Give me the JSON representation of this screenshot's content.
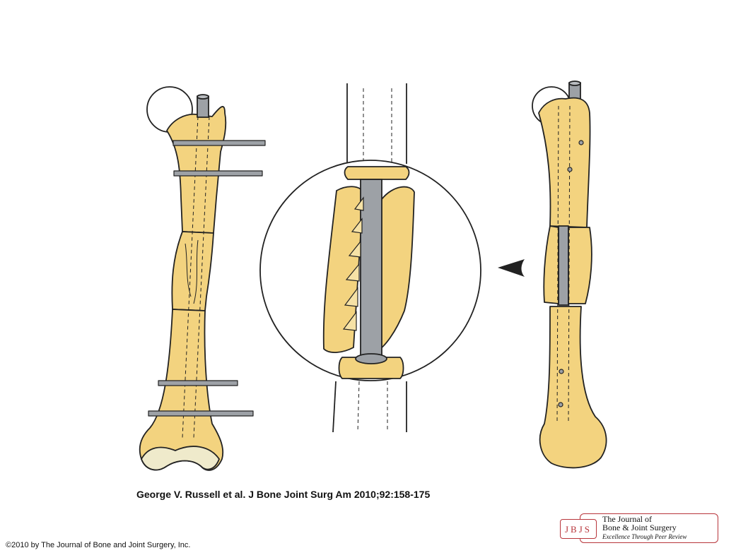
{
  "citation": "George V. Russell et al. J Bone Joint Surg Am 2010;92:158-175",
  "copyright": "©2010 by The Journal of Bone and Joint Surgery, Inc.",
  "logo": {
    "abbrev": "JBJS",
    "line1": "The Journal of",
    "line2": "Bone & Joint Surgery",
    "line3": "Excellence Through Peer Review"
  },
  "colors": {
    "bone": "#f3d37f",
    "rod": "#9da1a6",
    "outline": "#222222",
    "logo_accent": "#b8353b"
  }
}
